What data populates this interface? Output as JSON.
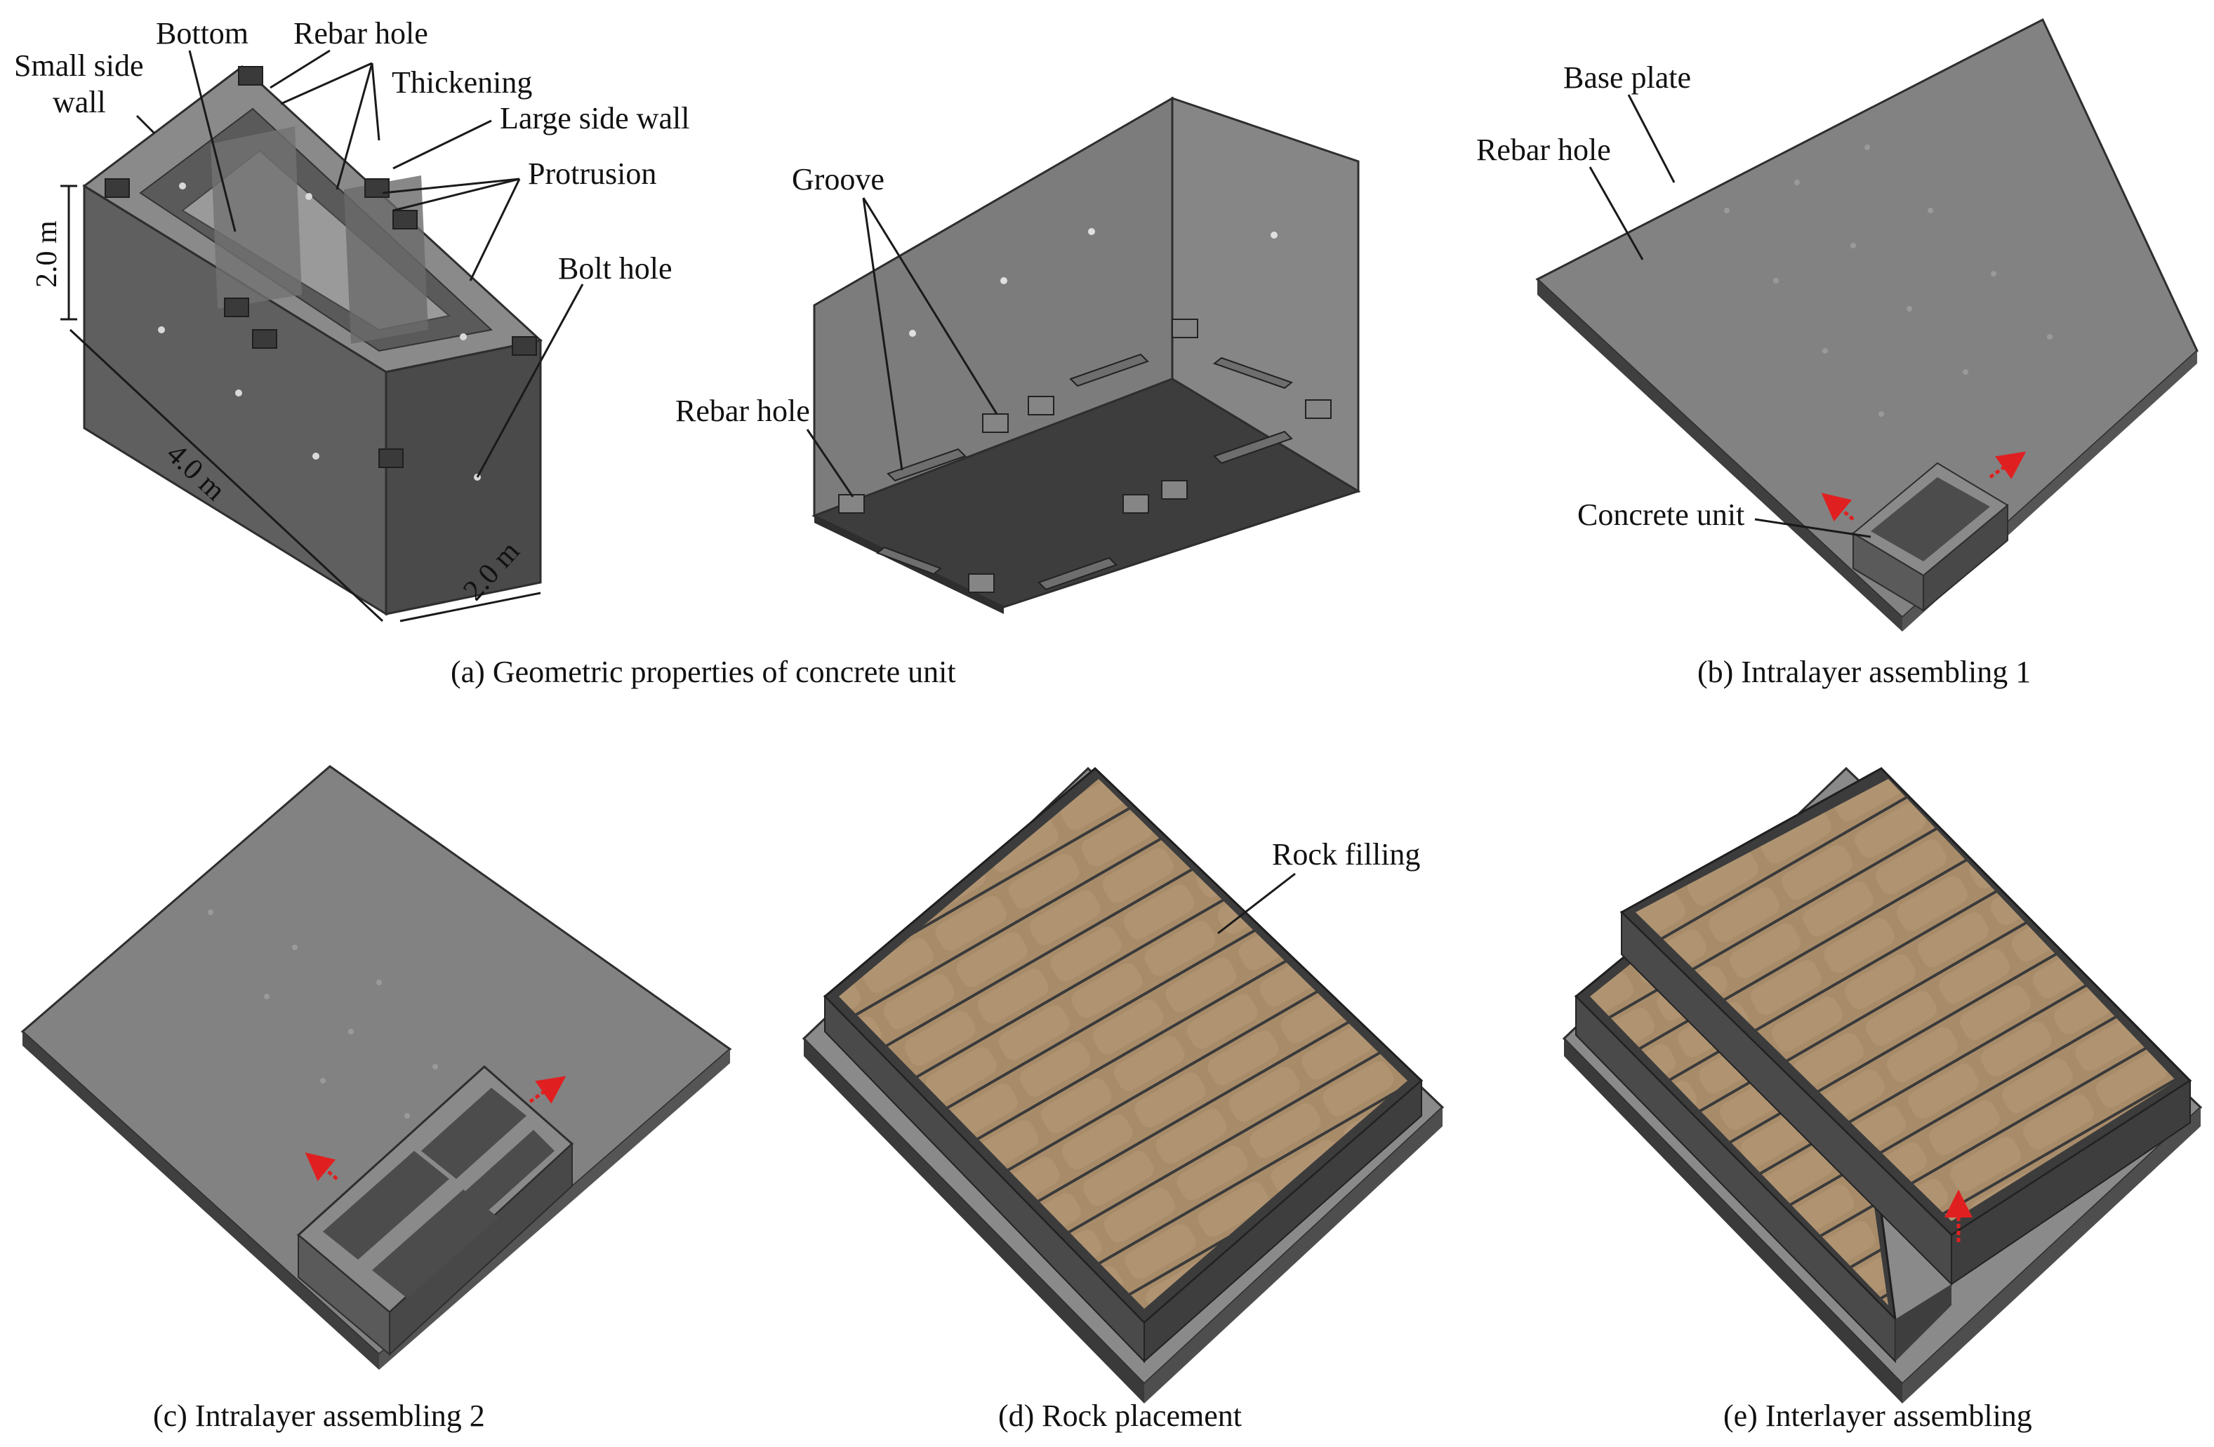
{
  "panels": {
    "a": {
      "caption": "(a) Geometric properties of concrete unit",
      "labels": {
        "small_side_wall_1": "Small side",
        "small_side_wall_2": "wall",
        "bottom": "Bottom",
        "rebar_hole": "Rebar hole",
        "thickening": "Thickening",
        "large_side_wall": "Large side wall",
        "protrusion": "Protrusion",
        "bolt_hole": "Bolt hole",
        "groove": "Groove",
        "rebar_hole_2": "Rebar hole"
      },
      "dimensions": {
        "height": "2.0 m",
        "length": "4.0 m",
        "width": "2.0 m"
      }
    },
    "b": {
      "caption": "(b) Intralayer assembling 1",
      "labels": {
        "base_plate": "Base plate",
        "rebar_hole": "Rebar hole",
        "concrete_unit": "Concrete unit"
      }
    },
    "c": {
      "caption": "(c) Intralayer assembling 2"
    },
    "d": {
      "caption": "(d) Rock placement",
      "labels": {
        "rock_filling": "Rock filling"
      }
    },
    "e": {
      "caption": "(e) Interlayer assembling"
    }
  },
  "colors": {
    "concrete_light": "#8c8c8c",
    "concrete_mid": "#6f6f6f",
    "concrete_dark": "#474747",
    "plate_top": "#7e7e7e",
    "rock_fill": "#a88c6a",
    "arrow": "#e02020"
  }
}
